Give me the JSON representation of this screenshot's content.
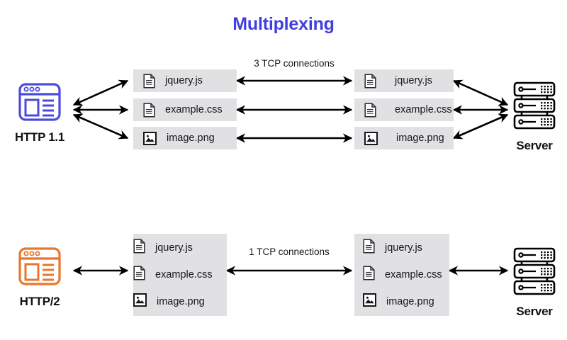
{
  "title": "Multiplexing",
  "colors": {
    "title_blue": "#3f3fe0",
    "http11_icon": "#4a4ae0",
    "http2_icon": "#e8762c",
    "chip_gray": "#e1e1e4",
    "ink": "#111111"
  },
  "sections": [
    {
      "id": "http11",
      "client": {
        "label": "HTTP 1.1",
        "icon": "browser-icon"
      },
      "connection_label": "3 TCP connections",
      "server": {
        "label": "Server",
        "icon": "server-icon"
      },
      "client_files": [
        {
          "name": "jquery.js",
          "icon": "document-icon"
        },
        {
          "name": "example.css",
          "icon": "document-icon"
        },
        {
          "name": "image.png",
          "icon": "image-icon"
        }
      ],
      "server_files": [
        {
          "name": "jquery.js",
          "icon": "document-icon"
        },
        {
          "name": "example.css",
          "icon": "document-icon"
        },
        {
          "name": "image.png",
          "icon": "image-icon"
        }
      ]
    },
    {
      "id": "http2",
      "client": {
        "label": "HTTP/2",
        "icon": "browser-icon"
      },
      "connection_label": "1 TCP connections",
      "server": {
        "label": "Server",
        "icon": "server-icon"
      },
      "client_files": [
        {
          "name": "jquery.js",
          "icon": "document-icon"
        },
        {
          "name": "example.css",
          "icon": "document-icon"
        },
        {
          "name": "image.png",
          "icon": "image-icon"
        }
      ],
      "server_files": [
        {
          "name": "jquery.js",
          "icon": "document-icon"
        },
        {
          "name": "example.css",
          "icon": "document-icon"
        },
        {
          "name": "image.png",
          "icon": "image-icon"
        }
      ]
    }
  ]
}
